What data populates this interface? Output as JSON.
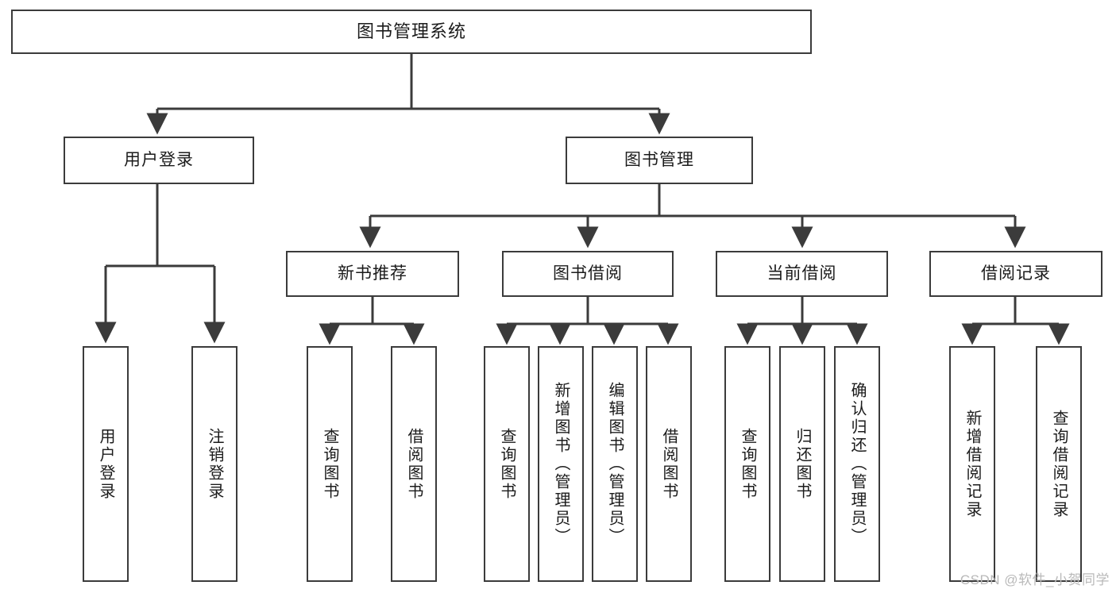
{
  "diagram": {
    "type": "tree",
    "title": "图书管理系统",
    "watermark": "CSDN @软件_小贺同学",
    "colors": {
      "box_border": "#3b3b3b",
      "connector": "#3b3b3b",
      "text": "#1b1b1b",
      "background": "#ffffff",
      "watermark": "#b9b9b9"
    },
    "root": {
      "label": "图书管理系统"
    },
    "level2": [
      {
        "label": "用户登录"
      },
      {
        "label": "图书管理"
      }
    ],
    "level3": [
      {
        "label": "新书推荐"
      },
      {
        "label": "图书借阅"
      },
      {
        "label": "当前借阅"
      },
      {
        "label": "借阅记录"
      }
    ],
    "leaves": {
      "user_login": [
        {
          "label": "用户登录"
        },
        {
          "label": "注销登录"
        }
      ],
      "new_book_recommend": [
        {
          "label": "查询图书"
        },
        {
          "label": "借阅图书"
        }
      ],
      "book_borrow": [
        {
          "label": "查询图书"
        },
        {
          "label": "新增图书（管理员）"
        },
        {
          "label": "编辑图书（管理员）"
        },
        {
          "label": "借阅图书"
        }
      ],
      "current_borrow": [
        {
          "label": "查询图书"
        },
        {
          "label": "归还图书"
        },
        {
          "label": "确认归还（管理员）"
        }
      ],
      "borrow_record": [
        {
          "label": "新增借阅记录"
        },
        {
          "label": "查询借阅记录"
        }
      ]
    }
  }
}
